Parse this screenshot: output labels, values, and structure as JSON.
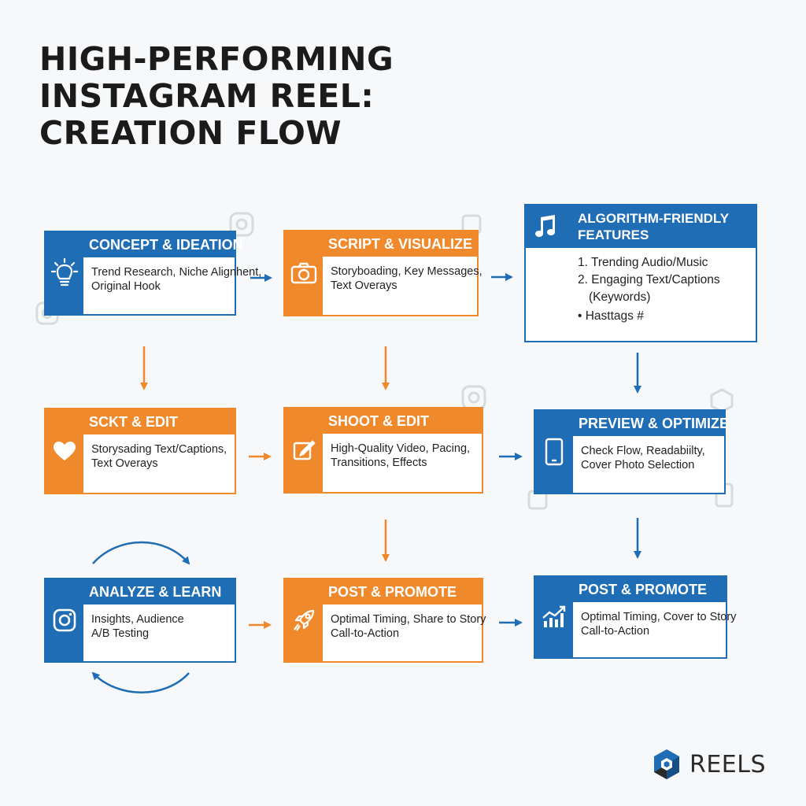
{
  "title": {
    "line1": "HIGH-PERFORMING",
    "line2": "INSTAGRAM REEL:",
    "line3": "CREATION FLOW"
  },
  "cards": {
    "concept": {
      "title": "CONCEPT & IDEATION",
      "line1": "Trend Research, Niche Alignhent,",
      "line2": "Original Hook",
      "icon": "lightbulb-icon"
    },
    "script": {
      "title": "SCRIPT & VISUALIZE",
      "line1": "Storyboading, Key Messages,",
      "line2": "Text Overays",
      "icon": "camera-icon"
    },
    "sckt": {
      "title": "SCKT & EDIT",
      "line1": "Storysading Text/Captions,",
      "line2": "Text Overays",
      "icon": "heart-icon"
    },
    "shoot": {
      "title": "SHOOT & EDIT",
      "line1": "High-Quality Video, Pacing,",
      "line2": "Transitions, Effects",
      "icon": "edit-icon"
    },
    "preview": {
      "title": "PREVIEW & OPTIMIZE",
      "line1": "Check Flow, Readabiilty,",
      "line2": "Cover Photo Selection",
      "icon": "phone-icon"
    },
    "analyze": {
      "title": "ANALYZE & LEARN",
      "line1": "Insights, Audience",
      "line2": "A/B Testing",
      "icon": "instagram-icon"
    },
    "post1": {
      "title": "POST & PROMOTE",
      "line1": "Optimal Timing, Share to Story",
      "line2": "Call-to-Action",
      "icon": "rocket-icon"
    },
    "post2": {
      "title": "POST & PROMOTE",
      "line1": "Optimal Timing, Cover to Story",
      "line2": "Call-to-Action",
      "icon": "growth-chart-icon"
    }
  },
  "algorithm": {
    "title1": "ALGORITHM-FRIENDLY",
    "title2": "FEATURES",
    "item1": "1. Trending Audio/Music",
    "item2": "2. Engaging Text/Captions",
    "item2b": "(Keywords)",
    "item3": "•  Hasttags #",
    "icon": "music-note-icon"
  },
  "logo": {
    "word": "REELS"
  },
  "colors": {
    "blue": "#1f6db5",
    "orange": "#f0892b",
    "title": "#1b1b1b"
  }
}
